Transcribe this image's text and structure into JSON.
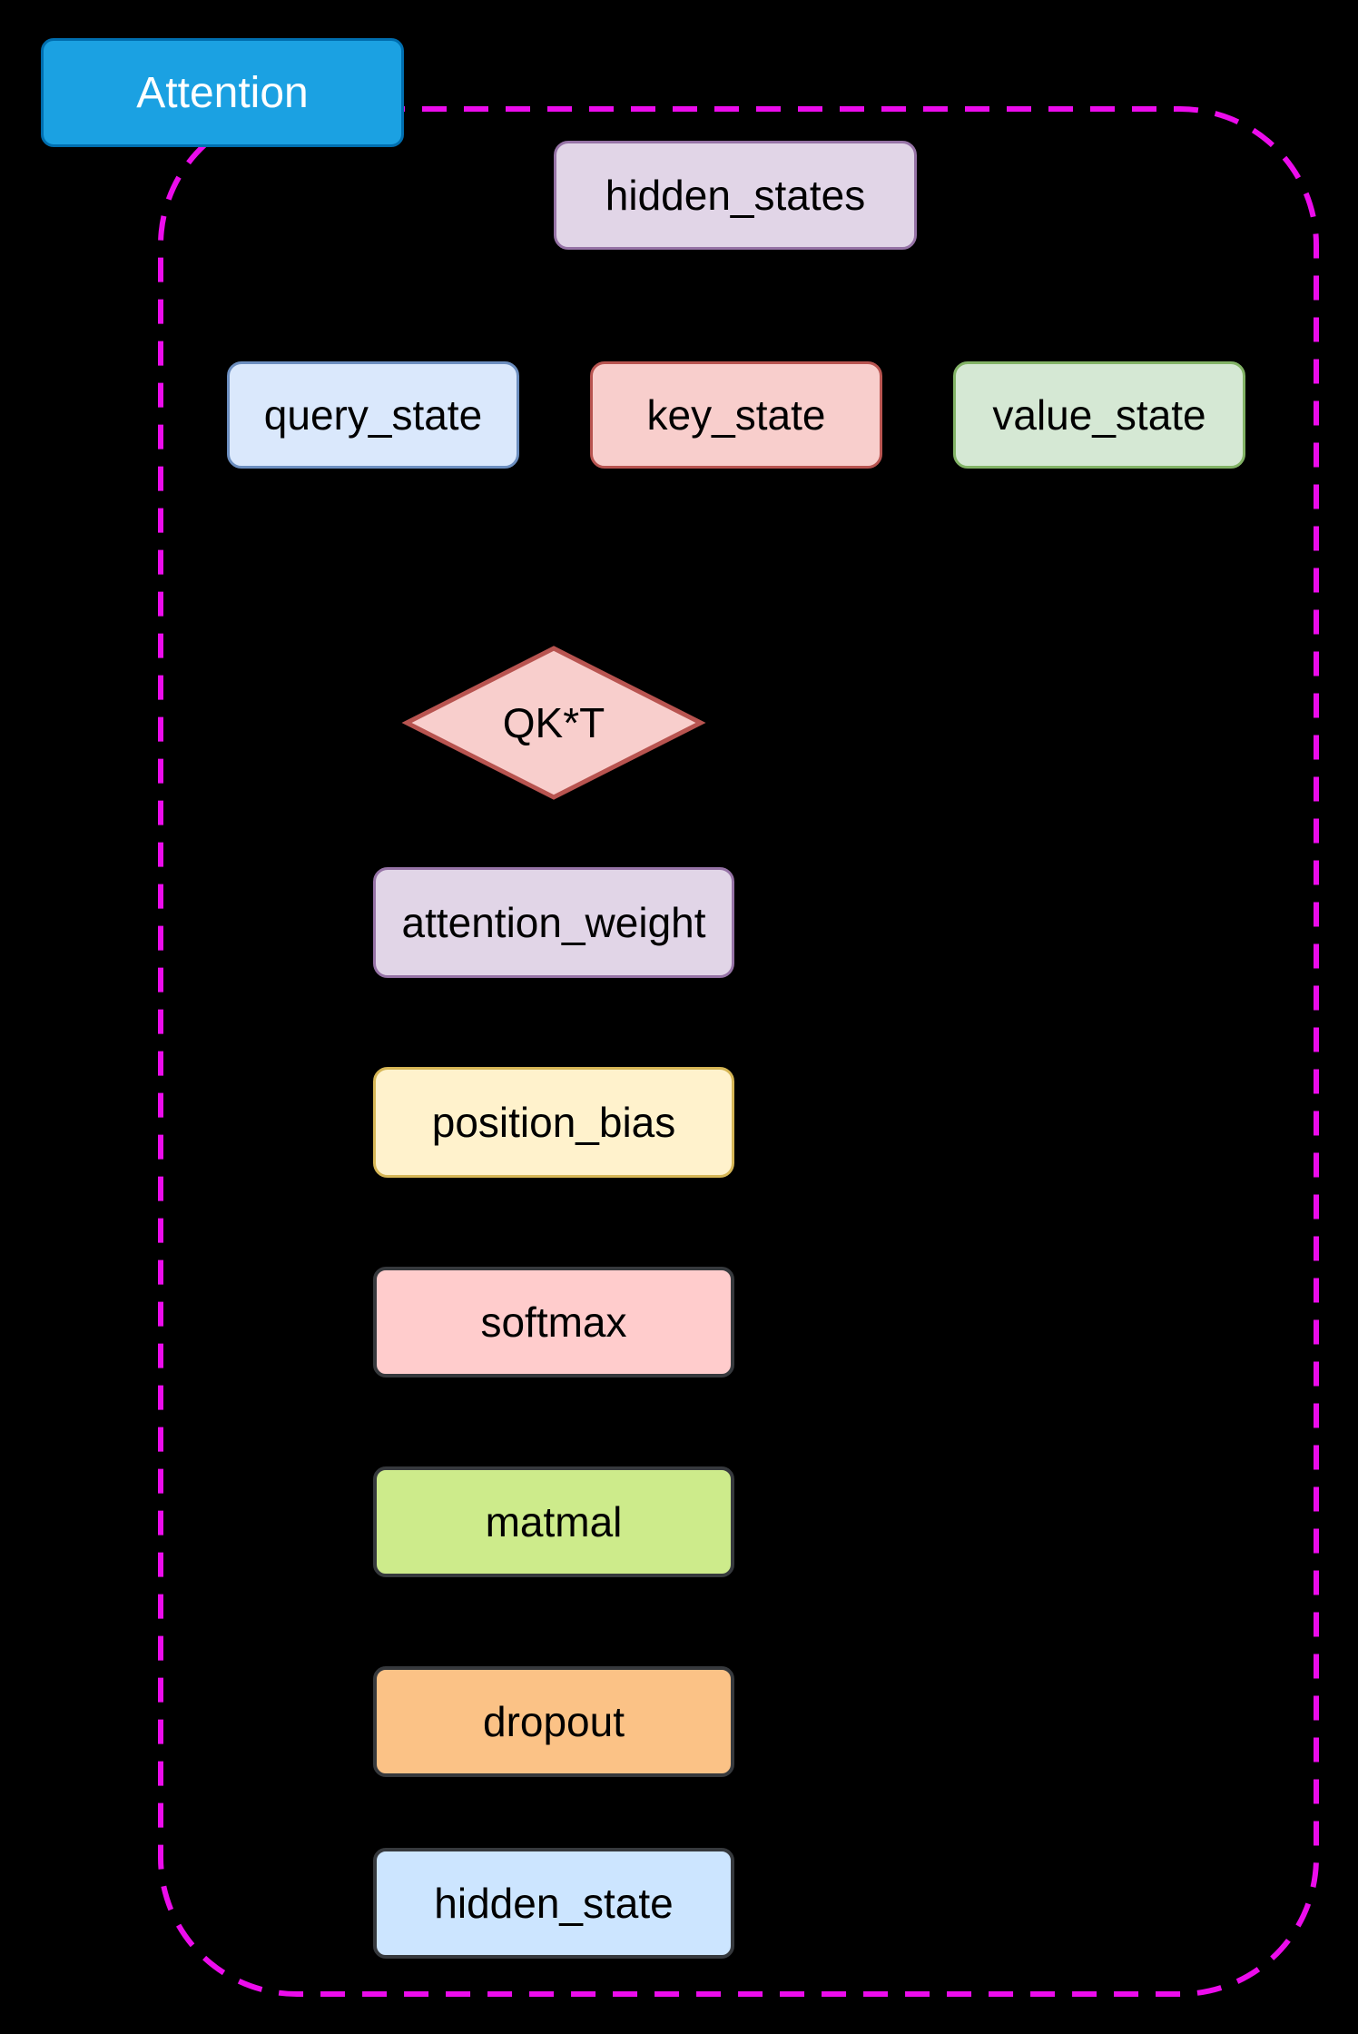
{
  "diagram": {
    "title": "Attention",
    "background_color": "#000000",
    "frame": {
      "name": "Attention module boundary",
      "stroke": "#EC0CEC",
      "style": "dashed"
    }
  },
  "nodes": {
    "attention": {
      "label": "Attention",
      "shape": "rounded-rect",
      "fill": "#1BA1E2",
      "stroke": "#006EAF",
      "text": "#FFFFFF"
    },
    "hidden_states": {
      "label": "hidden_states",
      "shape": "rounded-rect",
      "fill": "#E1D5E7",
      "stroke": "#9673A6",
      "text": "#000000"
    },
    "query_state": {
      "label": "query_state",
      "shape": "rounded-rect",
      "fill": "#DAE8FC",
      "stroke": "#6C8EBF",
      "text": "#000000"
    },
    "key_state": {
      "label": "key_state",
      "shape": "rounded-rect",
      "fill": "#F8CECC",
      "stroke": "#B85450",
      "text": "#000000"
    },
    "value_state": {
      "label": "value_state",
      "shape": "rounded-rect",
      "fill": "#D5E8D4",
      "stroke": "#82B366",
      "text": "#000000"
    },
    "qkt": {
      "label": "QK*T",
      "shape": "diamond",
      "fill": "#F8CECC",
      "stroke": "#B85450",
      "text": "#000000"
    },
    "attention_weight": {
      "label": "attention_weight",
      "shape": "rounded-rect",
      "fill": "#E1D5E7",
      "stroke": "#9673A6",
      "text": "#000000"
    },
    "position_bias": {
      "label": "position_bias",
      "shape": "rounded-rect",
      "fill": "#FFF2CC",
      "stroke": "#D6B656",
      "text": "#000000"
    },
    "softmax": {
      "label": "softmax",
      "shape": "rounded-rect",
      "fill": "#FFCCCC",
      "stroke": "#36393D",
      "text": "#000000"
    },
    "matmal": {
      "label": "matmal",
      "shape": "rounded-rect",
      "fill": "#CDEB8B",
      "stroke": "#36393D",
      "text": "#000000"
    },
    "dropout": {
      "label": "dropout",
      "shape": "rounded-rect",
      "fill": "#FBC286",
      "stroke": "#36393D",
      "text": "#000000"
    },
    "hidden_state": {
      "label": "hidden_state",
      "shape": "rounded-rect",
      "fill": "#CCE5FF",
      "stroke": "#36393D",
      "text": "#000000"
    }
  }
}
